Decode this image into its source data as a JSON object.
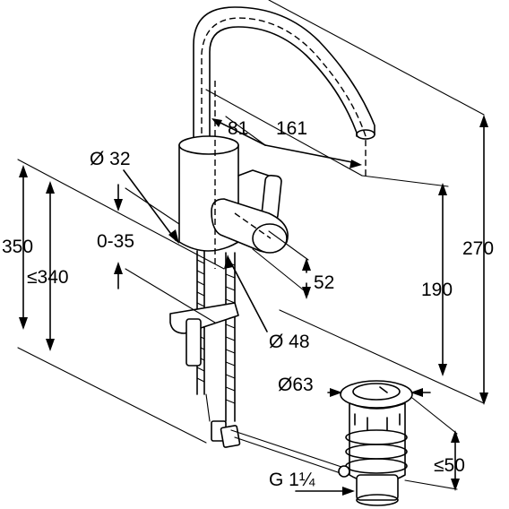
{
  "dimensions": {
    "spout_reach_81": "81",
    "spout_reach_161": "161",
    "body_diameter": "Ø 32",
    "total_height_350": "350",
    "clamp_range": "0-35",
    "max_height_340": "≤340",
    "lever_offset": "52",
    "base_diameter": "Ø 48",
    "spout_height_190": "190",
    "spout_height_270": "270",
    "waste_diameter": "Ø63",
    "waste_height": "≤50",
    "waste_thread": "G 1¼"
  },
  "colors": {
    "line": "#000000",
    "background": "#ffffff"
  }
}
